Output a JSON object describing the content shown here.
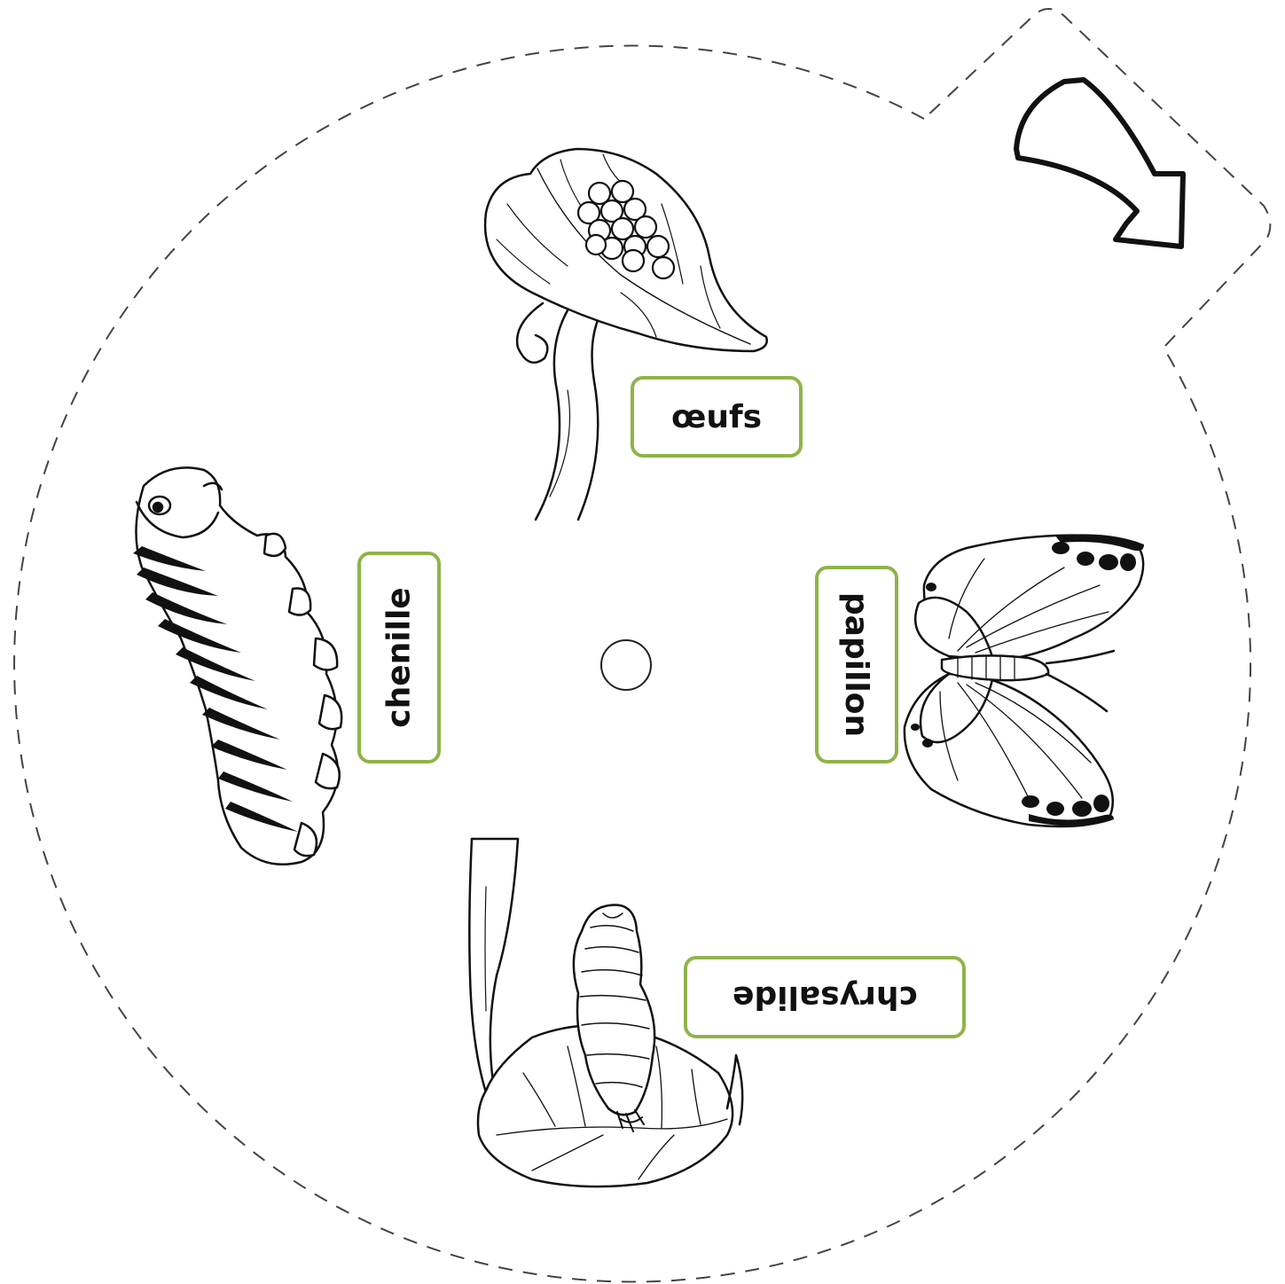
{
  "labels": {
    "oeufs": "œufs",
    "chenille": "chenille",
    "papillon": "papillon",
    "chrysalide": "chrysalide"
  },
  "colors": {
    "label_border": "#8fb34a",
    "outline": "#111111",
    "background": "#ffffff"
  },
  "icons": {
    "rotation_arrow": "curved-arrow-icon",
    "center_pin": "center-hole-icon"
  }
}
